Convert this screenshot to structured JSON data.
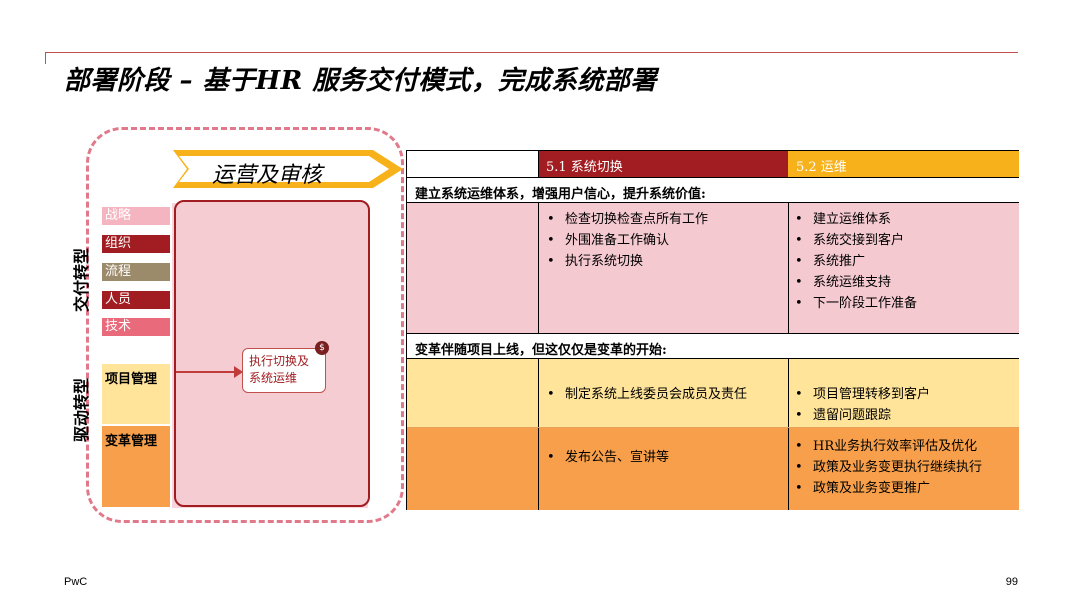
{
  "title": "部署阶段 – 基于HR 服务交付模式，完成系统部署",
  "left_panel": {
    "chevron_label": "运营及审核",
    "side_label_top": "交付转型",
    "side_label_bottom": "驱动转型",
    "categories": [
      {
        "label": "战略",
        "color": "#f4b4c0"
      },
      {
        "label": "组织",
        "color": "#a11d21"
      },
      {
        "label": "流程",
        "color": "#9c8b6b"
      },
      {
        "label": "人员",
        "color": "#a11d21"
      },
      {
        "label": "技术",
        "color": "#e96a7a"
      }
    ],
    "project_mgmt": "项目管理",
    "change_mgmt": "变革管理",
    "exec_box_line1": "执行切换及",
    "exec_box_line2": "系统运维",
    "badge": "$"
  },
  "table": {
    "header_1": "5.1 系统切换",
    "header_2": "5.2 运维",
    "section_1_title": "建立系统运维体系，增强用户信心，提升系统价值:",
    "section_1_col1": [
      "检查切换检查点所有工作",
      "外围准备工作确认",
      "执行系统切换"
    ],
    "section_1_col2": [
      "建立运维体系",
      "系统交接到客户",
      "系统推广",
      "系统运维支持",
      "下一阶段工作准备"
    ],
    "section_2_title": "变革伴随项目上线，但这仅仅是变革的开始:",
    "section_2_pm_col1": [
      "制定系统上线委员会成员及责任"
    ],
    "section_2_pm_col2": [
      "项目管理转移到客户",
      "遗留问题跟踪"
    ],
    "section_2_cm_col1": [
      "发布公告、宣讲等"
    ],
    "section_2_cm_col2": [
      "HR业务执行效率评估及优化",
      "政策及业务变更执行继续执行",
      "政策及业务变更推广"
    ]
  },
  "colors": {
    "accent_red": "#a11d21",
    "accent_orange": "#f7b21b",
    "pink": "#f4c9d0",
    "light_yellow": "#ffe49a",
    "orange": "#f79f4a"
  },
  "footer": {
    "brand": "PwC",
    "page_number": "99"
  }
}
